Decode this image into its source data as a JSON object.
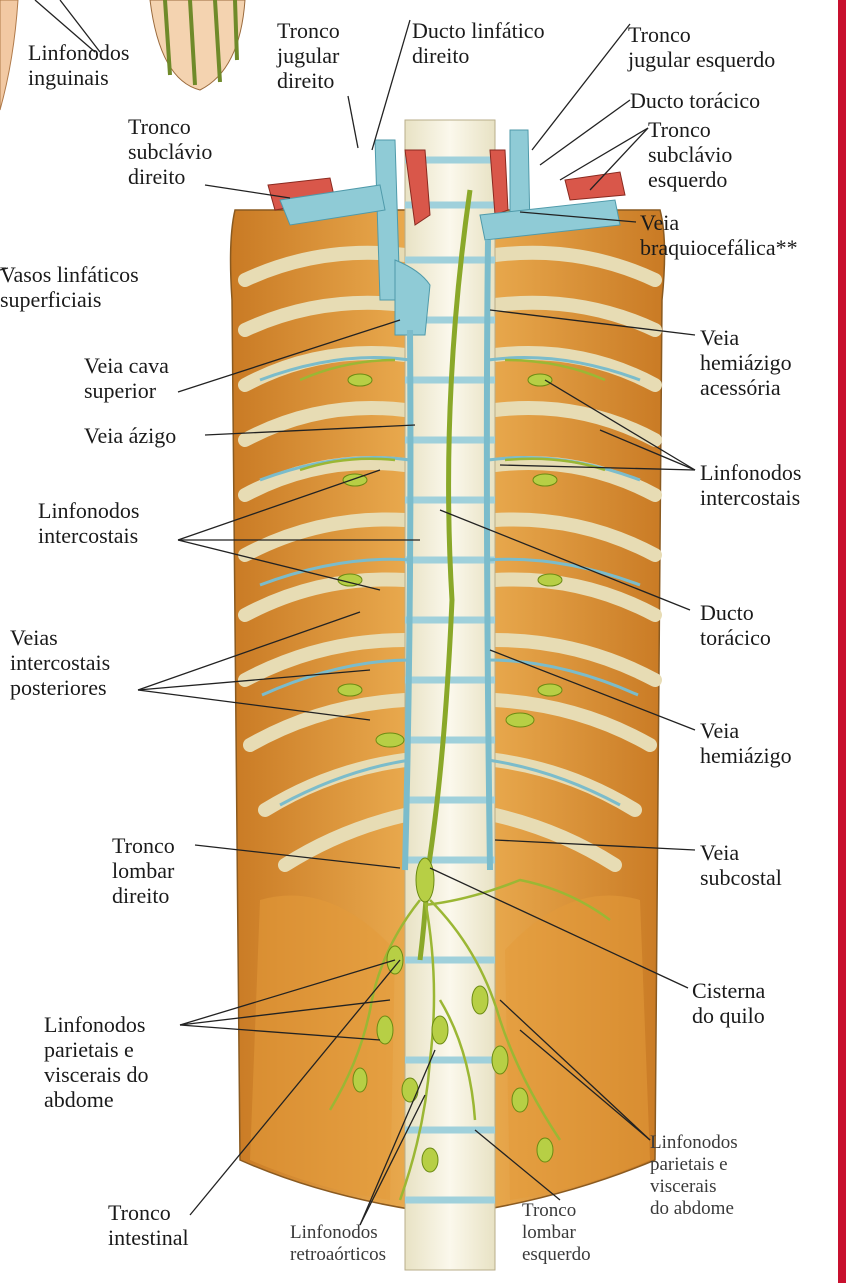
{
  "labels": {
    "linfonodos_inguinais": "Linfonodos\ninguinais",
    "tronco_jugular_direito": "Tronco\njugular\ndireito",
    "ducto_linfatico_direito": "Ducto linfático\ndireito",
    "tronco_jugular_esquerdo": "Tronco\njugular esquerdo",
    "ducto_toracico_top": "Ducto torácico",
    "tronco_subclavio_direito": "Tronco\nsubclávio\ndireito",
    "tronco_subclavio_esquerdo": "Tronco\nsubclávio\nesquerdo",
    "veia_braquiocefalica": "Veia\nbraquiocefálica**",
    "vasos_linfaticos_superficiais": "Vasos linfáticos\nsuperficiais",
    "veia_cava_superior": "Veia cava\nsuperior",
    "veia_hemiazigo_acessoria": "Veia\nhemiázigo\nacessória",
    "veia_azigo": "Veia ázigo",
    "linfonodos_intercostais_right": "Linfonodos\nintercostais",
    "linfonodos_intercostais_left": "Linfonodos\nintercostais",
    "ducto_toracico_mid": "Ducto\ntorácico",
    "veias_intercostais_posteriores": "Veias\nintercostais\nposteriores",
    "veia_hemiazigo": "Veia\nhemiázigo",
    "tronco_lombar_direito": "Tronco\nlombar\ndireito",
    "veia_subcostal": "Veia\nsubcostal",
    "cisterna_do_quilo": "Cisterna\ndo quilo",
    "linfonodos_parietais_left": "Linfonodos\nparietais e\nviscerais do\nabdome",
    "linfonodos_parietais_right": "Linfonodos\nparietais e\nviscerais\ndo abdome",
    "tronco_intestinal": "Tronco\nintestinal",
    "linfonodos_retroaorticos": "Linfonodos\nretroaórticos",
    "tronco_lombar_esquerdo": "Tronco\nlombar\nesquerdo"
  },
  "colors": {
    "muscle": "#e9a43f",
    "muscle_dark": "#c97a24",
    "rib": "#f6ecc8",
    "vein": "#8fcbd6",
    "vein_dark": "#4f9aaa",
    "lymph": "#a9c23a",
    "lymph_dark": "#6b8a12",
    "artery": "#d9574a",
    "spine": "#f3efd9",
    "accent_edge": "#c8102e"
  }
}
